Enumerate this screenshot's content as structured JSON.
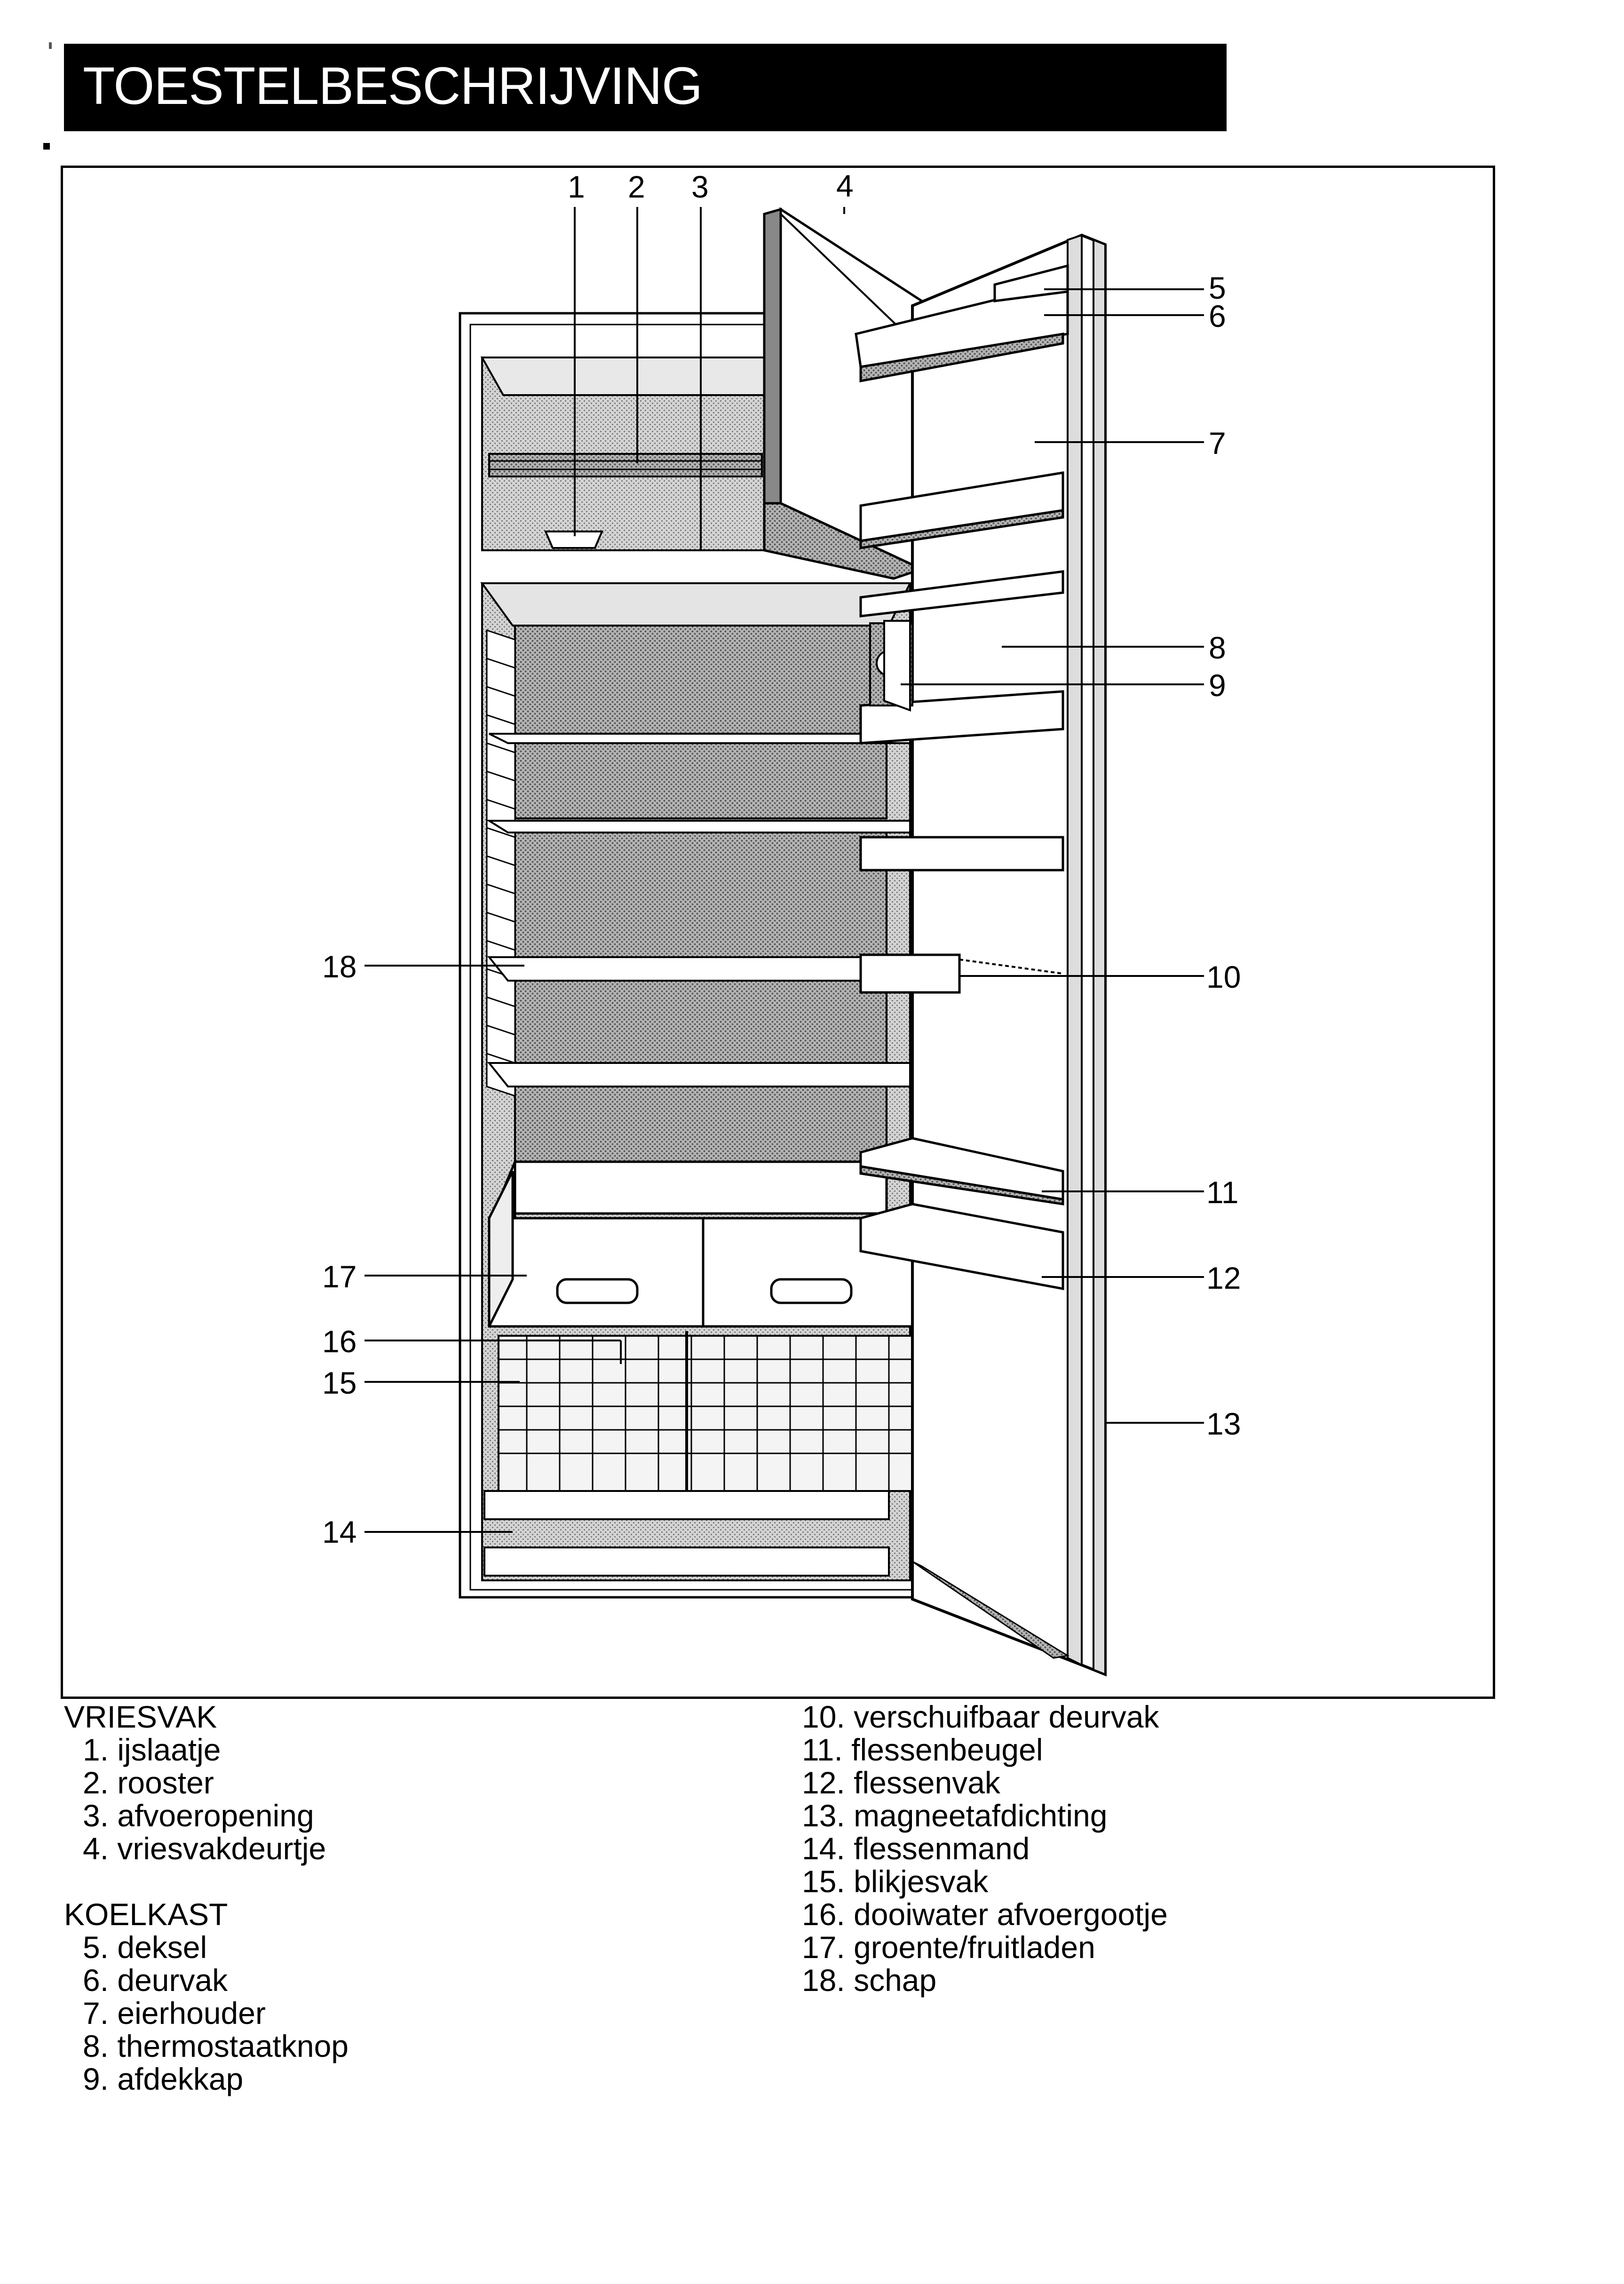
{
  "page": {
    "title": "TOESTELBESCHRIJVING"
  },
  "callouts": [
    {
      "n": "1",
      "side": "top"
    },
    {
      "n": "2",
      "side": "top"
    },
    {
      "n": "3",
      "side": "top"
    },
    {
      "n": "4",
      "side": "top"
    },
    {
      "n": "5",
      "side": "right"
    },
    {
      "n": "6",
      "side": "right"
    },
    {
      "n": "7",
      "side": "right"
    },
    {
      "n": "8",
      "side": "right"
    },
    {
      "n": "9",
      "side": "right"
    },
    {
      "n": "10",
      "side": "right"
    },
    {
      "n": "11",
      "side": "right"
    },
    {
      "n": "12",
      "side": "right"
    },
    {
      "n": "13",
      "side": "right"
    },
    {
      "n": "14",
      "side": "left"
    },
    {
      "n": "15",
      "side": "left"
    },
    {
      "n": "16",
      "side": "left"
    },
    {
      "n": "17",
      "side": "left"
    },
    {
      "n": "18",
      "side": "left"
    }
  ],
  "legend": {
    "vriesvak_heading": "VRIESVAK",
    "vriesvak_items": [
      "1. ijslaatje",
      "2. rooster",
      "3. afvoeropening",
      "4. vriesvakdeurtje"
    ],
    "koelkast_heading": "KOELKAST",
    "koelkast_items": [
      "5. deksel",
      "6. deurvak",
      "7. eierhouder",
      "8. thermostaatknop",
      "9. afdekkap"
    ],
    "right_items": [
      "10. verschuifbaar deurvak",
      "11. flessenbeugel",
      "12. flessenvak",
      "13. magneetafdichting",
      "14. flessenmand",
      "15. blikjesvak",
      "16. dooiwater afvoergootje",
      "17. groente/fruitladen",
      "18. schap"
    ]
  }
}
